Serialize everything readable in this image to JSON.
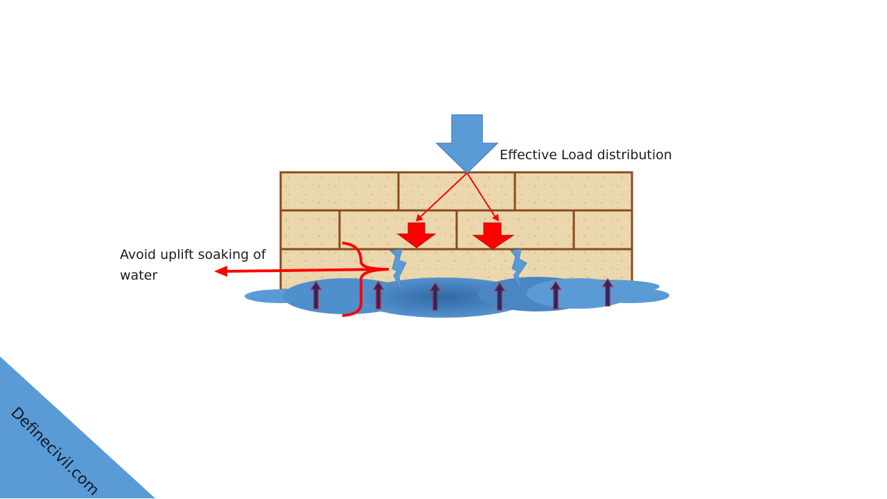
{
  "labels": {
    "load": "Effective Load distribution",
    "uplift_line1": "Avoid uplift soaking  of",
    "uplift_line2": "water"
  },
  "watermark": "Definecivil.com",
  "colors": {
    "brick_fill": "#ead7ae",
    "mortar": "#8b4a1e",
    "load_arrow": "#5b9bd5",
    "force_arrow": "#ff0000",
    "water_light": "#5b9bd5",
    "water_dark": "#2f6aa3",
    "uplift_arrow": "#1f2a6b",
    "corner_triangle": "#5b9bd5"
  },
  "icons": {
    "main_load": "down-arrow-icon",
    "distributed_loads": "down-arrow-icon",
    "uplift_pressure": "up-arrow-icon",
    "seepage_cracks": "lightning-icon",
    "barrier": "brace-icon"
  }
}
